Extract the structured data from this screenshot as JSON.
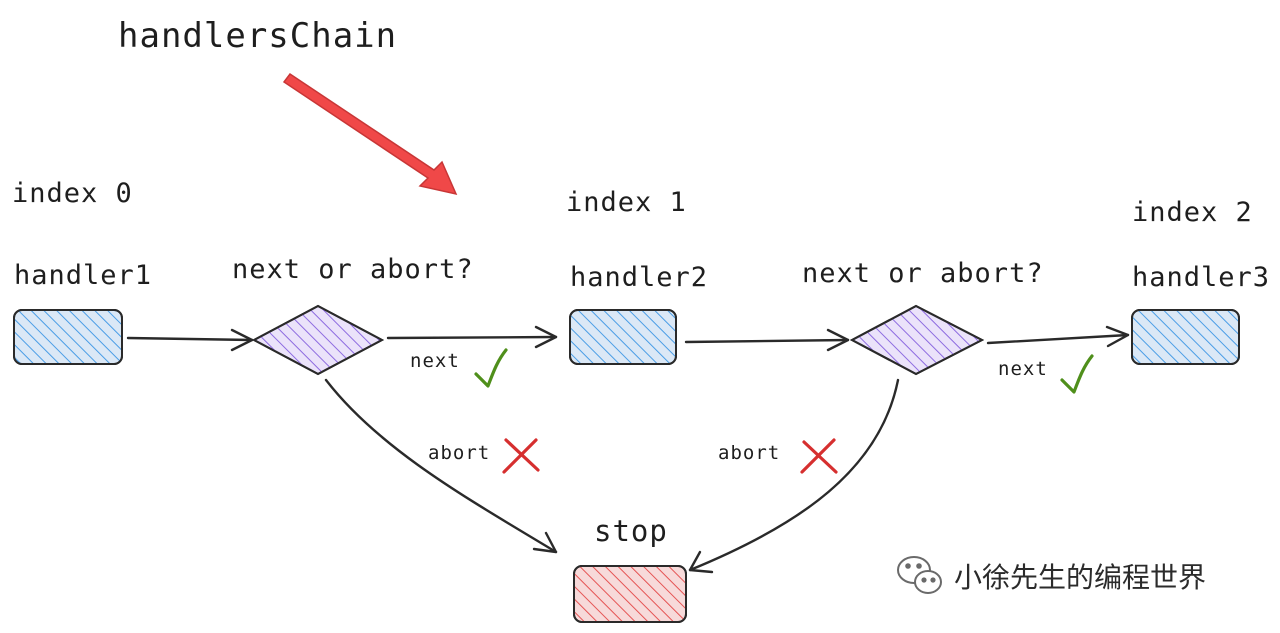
{
  "title": "handlersChain",
  "nodes": {
    "handler1": {
      "index_label": "index 0",
      "name": "handler1"
    },
    "handler2": {
      "index_label": "index 1",
      "name": "handler2"
    },
    "handler3": {
      "index_label": "index 2",
      "name": "handler3"
    },
    "decision1": {
      "question": "next or abort?"
    },
    "decision2": {
      "question": "next or abort?"
    },
    "stop": {
      "name": "stop"
    }
  },
  "edges": {
    "next_label": "next",
    "abort_label": "abort"
  },
  "watermark": {
    "text": "小徐先生的编程世界"
  },
  "colors": {
    "handler_fill": "#4a9de6",
    "decision_fill": "#8d6be0",
    "stop_fill": "#e55454",
    "pointer_arrow": "#f04848",
    "check": "#4f8f1b",
    "cross": "#d62f2f",
    "stroke": "#2a2a2a"
  }
}
